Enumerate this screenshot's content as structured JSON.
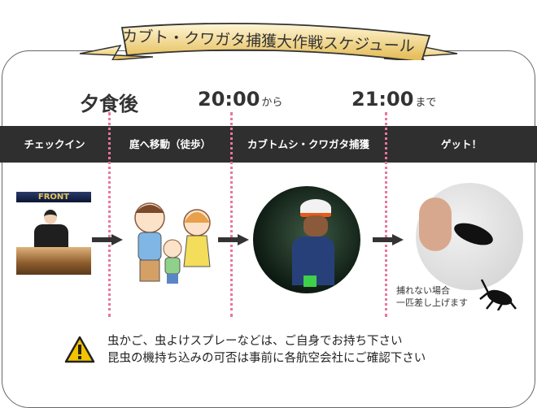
{
  "banner": {
    "title": "カブト・クワガタ捕獲大作戦スケジュール"
  },
  "times": [
    {
      "main": "夕食後",
      "suffix": ""
    },
    {
      "main": "20:00",
      "suffix": "から"
    },
    {
      "main": "21:00",
      "suffix": "まで"
    }
  ],
  "steps": [
    "チェックイン",
    "庭へ移動（徒歩）",
    "カブトムシ・クワガタ捕獲",
    "ゲット！"
  ],
  "checkin": {
    "sign": "FRONT"
  },
  "note": {
    "line1": "捕れない場合",
    "line2": "一匹差し上げます"
  },
  "warning": {
    "line1": "虫かご、虫よけスプレーなどは、ご自身でお持ち下さい",
    "line2": "昆虫の機持ち込みの可否は事前に各航空会社にご確認下さい"
  },
  "colors": {
    "bar": "#2f2f2f",
    "dots": "#e8779b",
    "ribbon": "#e9c460",
    "warning": "#f3c300"
  }
}
